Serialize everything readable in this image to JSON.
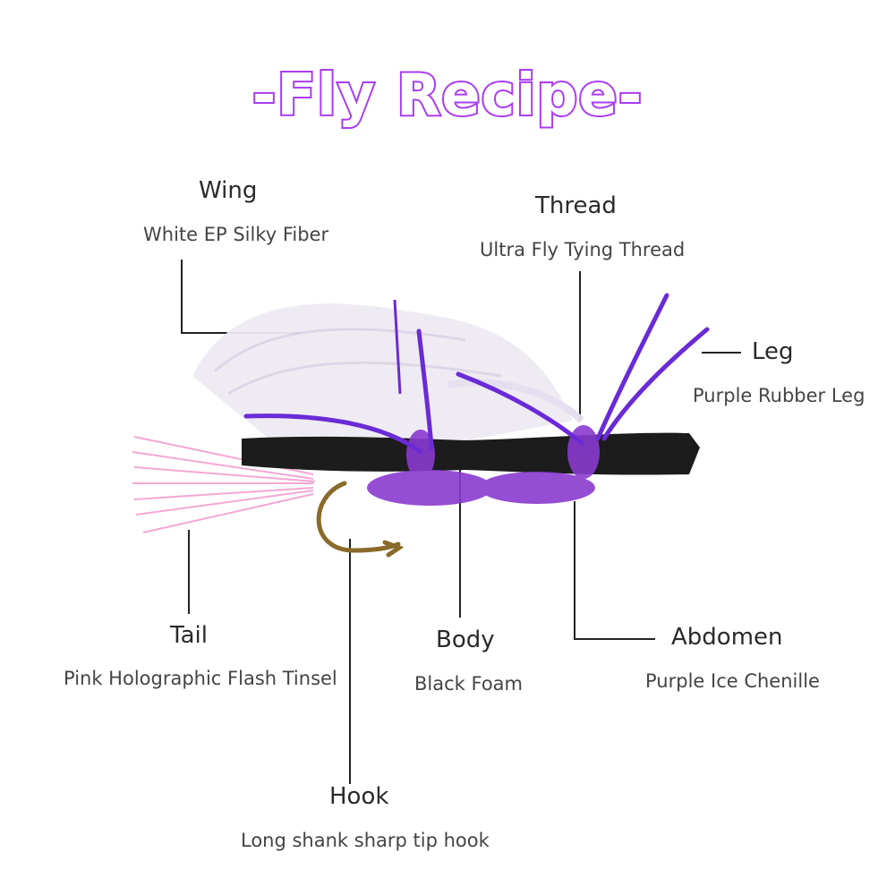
{
  "title": "-Fly Recipe-",
  "colors": {
    "title": "#a93cf0",
    "leg": "#6a2bd6",
    "body": "#1c1c1c",
    "chenille": "#8a3ad0",
    "tail": "#f4a7d4",
    "wing": "#ece6f0",
    "hook": "#8a6a2a"
  },
  "parts": {
    "wing": {
      "name": "Wing",
      "material": "White EP Silky Fiber"
    },
    "thread": {
      "name": "Thread",
      "material": "Ultra Fly Tying Thread"
    },
    "leg": {
      "name": "Leg",
      "material": "Purple Rubber Leg"
    },
    "tail": {
      "name": "Tail",
      "material": "Pink Holographic Flash Tinsel"
    },
    "body": {
      "name": "Body",
      "material": "Black Foam"
    },
    "abdomen": {
      "name": "Abdomen",
      "material": "Purple Ice Chenille"
    },
    "hook": {
      "name": "Hook",
      "material": "Long shank sharp tip hook"
    }
  }
}
